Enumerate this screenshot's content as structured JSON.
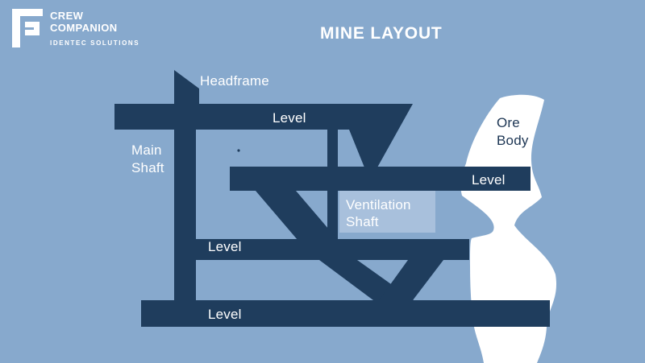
{
  "title": "MINE LAYOUT",
  "logo": {
    "brand_line1": "CREW",
    "brand_line2": "COMPANION",
    "subtitle": "IDENTEC SOLUTIONS"
  },
  "colors": {
    "background": "#87a9cd",
    "tunnel": "#1f3d5d",
    "label_box": "#a8c0dc",
    "ore_body_fill": "#ffffff",
    "text_light": "#ffffff",
    "text_dark": "#1c3553"
  },
  "diagram": {
    "labels": {
      "headframe": "Headframe",
      "main_shaft": {
        "line1": "Main",
        "line2": "Shaft"
      },
      "ventilation_shaft": {
        "line1": "Ventilation",
        "line2": "Shaft"
      },
      "ore_body": {
        "line1": "Ore",
        "line2": "Body"
      },
      "levels": [
        "Level",
        "Level",
        "Level",
        "Level"
      ]
    }
  }
}
